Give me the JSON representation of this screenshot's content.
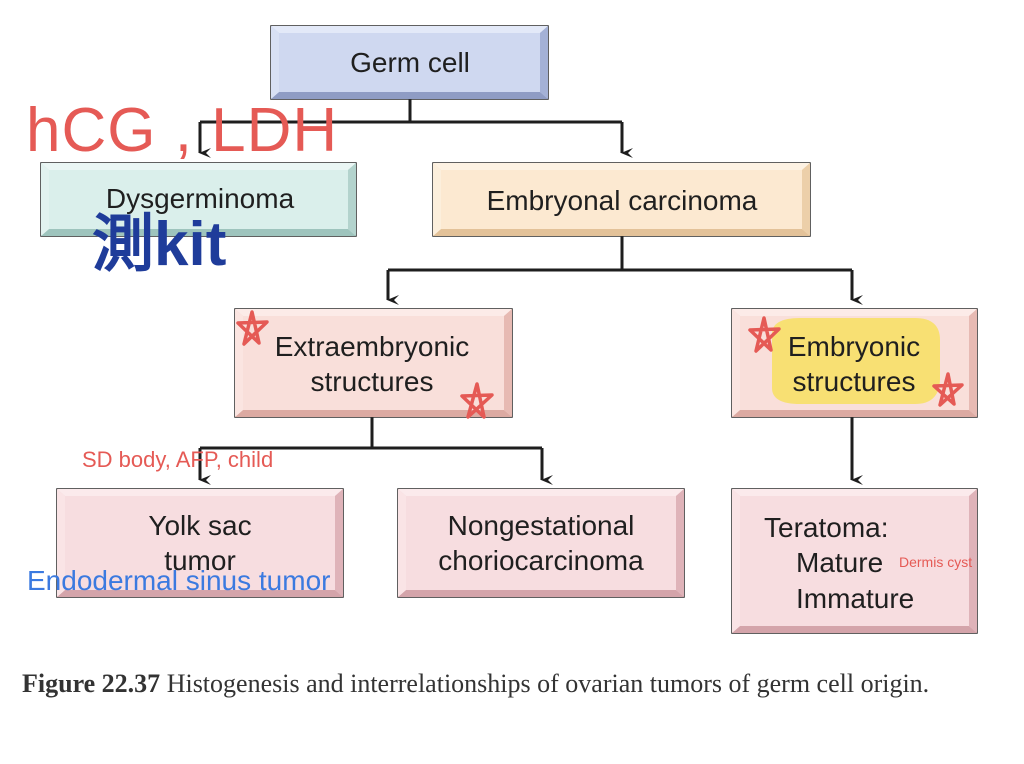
{
  "nodes": {
    "germ_cell": "Germ cell",
    "dysgerminoma": "Dysgerminoma",
    "embryonal_carcinoma": "Embryonal carcinoma",
    "extraembryonic": [
      "Extraembryonic",
      "structures"
    ],
    "embryonic": [
      "Embryonic",
      "structures"
    ],
    "yolk_sac": [
      "Yolk sac",
      "tumor"
    ],
    "nongestational": [
      "Nongestational",
      "choriocarcinoma"
    ],
    "teratoma": [
      "Teratoma:",
      "Mature",
      "Immature"
    ]
  },
  "annotations": {
    "hcg_ldh": "hCG , LDH",
    "kit": "測kit",
    "sd_body": "SD body, AFP, child",
    "endodermal": "Endodermal sinus tumor",
    "dermis": "Dermis cyst"
  },
  "caption": {
    "label": "Figure 22.37",
    "text": "Histogenesis and interrelationships of ovarian tumors of germ cell origin."
  },
  "colors": {
    "germ_fill": "#c3cde9",
    "dysgerminoma_fill": "#cfe6e2",
    "embryonal_fill": "#fbe3c4",
    "extraembryonic_fill": "#f7d5cf",
    "leaf_fill": "#f4d3d6",
    "highlight": "#f7df6a",
    "annotation_red": "#e55a55",
    "annotation_blue": "#1f3c9a",
    "annotation_lightblue": "#3b7ae0",
    "line": "#1e1e1e"
  }
}
